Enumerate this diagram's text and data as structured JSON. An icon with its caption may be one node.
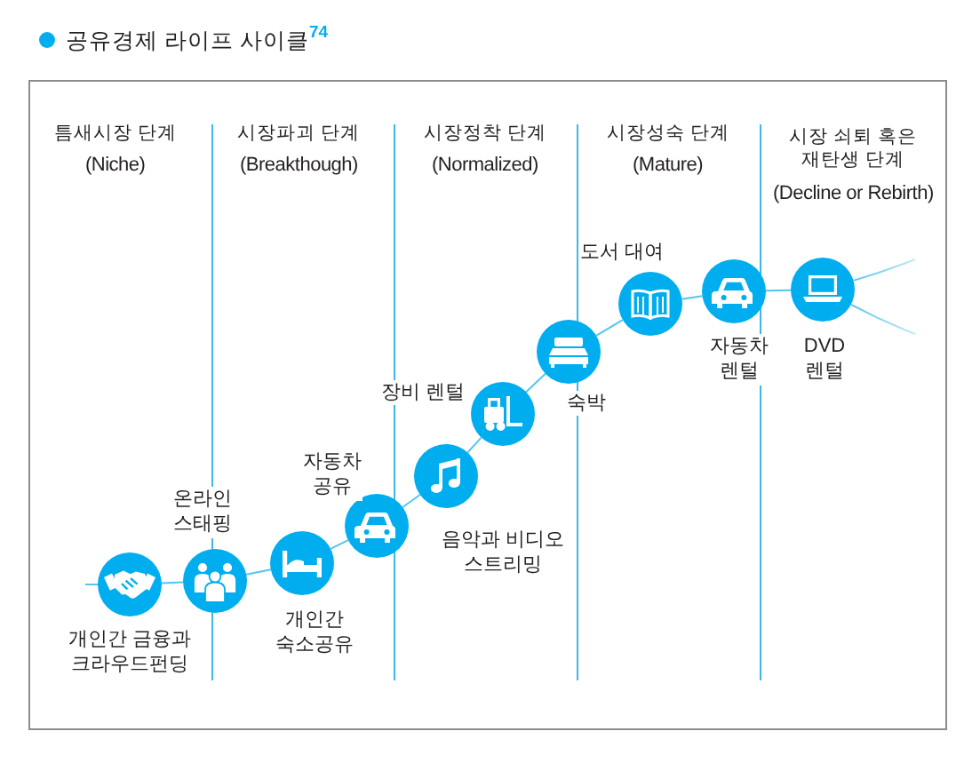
{
  "diagram": {
    "title": "공유경제 라이프 사이클$^{74}$",
    "nodes": [
      {
        "text": [],
        "shape": "circle",
        "beside": [
          "개인간 금융과 크라우드펀딩"
        ]
      },
      {
        "text": [],
        "shape": "circle",
        "beside": [
          "온라인 스태핑"
        ]
      },
      {
        "text": [],
        "shape": "circle",
        "beside": [
          "개인간 숙소공유"
        ]
      },
      {
        "text": [],
        "shape": "circle",
        "beside": [
          "자동차 공유"
        ]
      },
      {
        "text": [],
        "shape": "circle",
        "beside": [
          "음악과 비디오 스트리밍"
        ]
      },
      {
        "text": [],
        "shape": "circle",
        "beside": [
          "장비 렌털"
        ]
      },
      {
        "text": [],
        "shape": "circle",
        "beside": [
          "숙박"
        ]
      },
      {
        "text": [],
        "shape": "circle",
        "beside": [
          "도서 대여"
        ]
      },
      {
        "text": [],
        "shape": "circle",
        "beside": [
          "자동차 렌털"
        ]
      },
      {
        "text": [],
        "shape": "circle",
        "beside": [
          "DVD 렌털"
        ]
      }
    ],
    "edges": [
      {
        "from": null,
        "to": 0,
        "arrow": "none"
      },
      {
        "from": 0,
        "to": 1,
        "arrow": "none"
      },
      {
        "from": 1,
        "to": 2,
        "arrow": "none"
      },
      {
        "from": 2,
        "to": 3,
        "arrow": "none"
      },
      {
        "from": 3,
        "to": 4,
        "arrow": "none"
      },
      {
        "from": 4,
        "to": 5,
        "arrow": "none"
      },
      {
        "from": 5,
        "to": 6,
        "arrow": "none"
      },
      {
        "from": 6,
        "to": 7,
        "arrow": "none"
      },
      {
        "from": 7,
        "to": 8,
        "arrow": "none"
      },
      {
        "from": 8,
        "to": 9,
        "arrow": "none"
      },
      {
        "from": 9,
        "to": null,
        "arrow": "none"
      },
      {
        "from": 9,
        "to": null,
        "arrow": "none"
      }
    ],
    "labels": [
      "틈새시장 단계",
      "(Niche)",
      "시장파괴 단계",
      "(Breakthough)",
      "시장정착 단계",
      "(Normalized)",
      "시장성숙 단계",
      "(Mature)",
      "시장 쇠퇴 혹은 재탄생 단계",
      "(Decline or Rebirth)"
    ]
  }
}
